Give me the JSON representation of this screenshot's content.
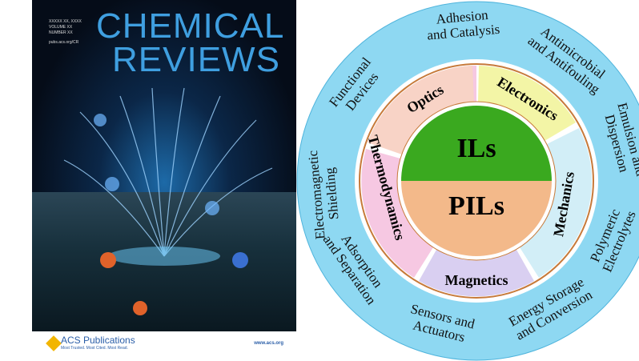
{
  "cover": {
    "meta": [
      "XXXXX XX, XXXX",
      "VOLUME XX",
      "NUMBER XX"
    ],
    "url": "pubs.acs.org/CR",
    "title_line1": "CHEMICAL",
    "title_line2": "REVIEWS",
    "publisher": "ACS Publications",
    "tagline": "Most Trusted. Most Cited. Most Read.",
    "website": "www.acs.org"
  },
  "diagram": {
    "center_top": "ILs",
    "center_bottom": "PILs",
    "inner_ring": [
      "Optics",
      "Electronics",
      "Mechanics",
      "Magnetics",
      "Thermodynamics"
    ],
    "outer_ring": [
      [
        "Adhesion",
        "and Catalysis"
      ],
      [
        "Antimicrobial",
        "and Antifouling"
      ],
      [
        "Emulsion and",
        "Dispersion"
      ],
      [
        "Polymeric",
        "Electrolytes"
      ],
      [
        "Energy Storage",
        "and Conversion"
      ],
      [
        "Sensors and",
        "Actuators"
      ],
      [
        "Adsorption",
        "and Separation"
      ],
      [
        "Electromagnetic",
        "Shielding"
      ],
      [
        "Functional",
        "Devices"
      ]
    ],
    "colors": {
      "outer": "#8ed8f2",
      "top": "#3aa91f",
      "bottom": "#f3b98a",
      "optics": "#f8d3c6",
      "electronics": "#f3f5a6",
      "mechanics": "#d2eef7",
      "magnetics": "#d9cff1",
      "thermo": "#f6c8e2"
    }
  }
}
